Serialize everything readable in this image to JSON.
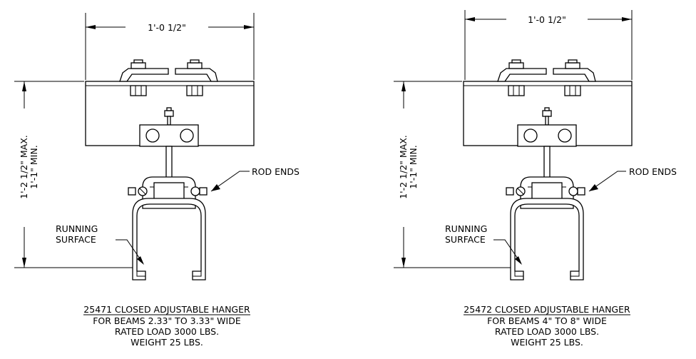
{
  "hangers": [
    {
      "width_dim": "1'-0 1/2\"",
      "height_max": "1'-2 1/2\" MAX.",
      "height_min": "1'-1\" MIN.",
      "rod_ends_label": "ROD ENDS",
      "running_surface_line1": "RUNNING",
      "running_surface_line2": "SURFACE",
      "title": "25471 CLOSED ADJUSTABLE HANGER",
      "spec1": "FOR BEAMS 2.33\" TO 3.33\" WIDE",
      "spec2": "RATED LOAD 3000 LBS.",
      "spec3": "WEIGHT 25 LBS."
    },
    {
      "width_dim": "1'-0 1/2\"",
      "height_max": "1'-2 1/2\" MAX.",
      "height_min": "1'-1\" MIN.",
      "rod_ends_label": "ROD ENDS",
      "running_surface_line1": "RUNNING",
      "running_surface_line2": "SURFACE",
      "title": "25472 CLOSED ADJUSTABLE HANGER",
      "spec1": "FOR BEAMS 4\" TO 8\" WIDE",
      "spec2": "RATED LOAD 3000 LBS.",
      "spec3": "WEIGHT 25 LBS."
    }
  ]
}
